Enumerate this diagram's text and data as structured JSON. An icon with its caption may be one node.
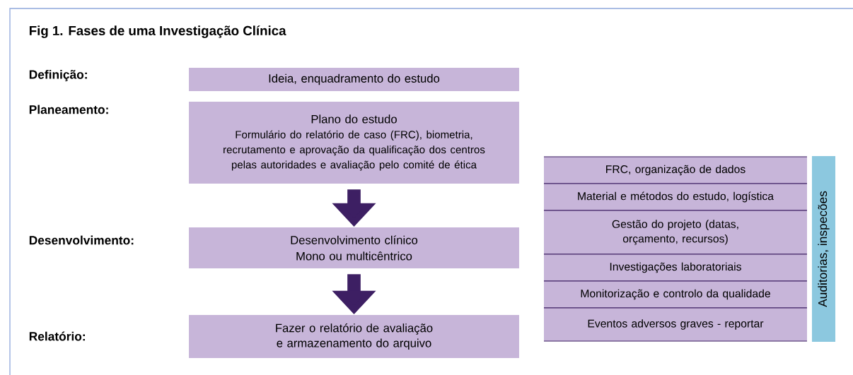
{
  "diagram": {
    "title": "Fig 1. Fases  de uma Investigação Clínica",
    "nodes": [
      {
        "text": [
          "Ideia, enquadramento do estudo"
        ]
      },
      {
        "text": [
          "Plano do estudo",
          "Formulário do relatório de caso (FRC), biometria, recrutamento e aprovação da qualificação dos centros pelas autoridades e avaliação pelo comité de ética"
        ]
      },
      {
        "text": [
          "Desenvolvimento clínico",
          "Mono ou multicêntrico"
        ]
      },
      {
        "text": [
          "Fazer o relatório de avaliação e armazenamento do arquivo"
        ]
      },
      {
        "text": [
          "FRC, organização de dados"
        ]
      },
      {
        "text": [
          "Material e métodos do estudo, logística"
        ]
      },
      {
        "text": [
          "Gestão do projeto (datas, orçamento, recursos)"
        ]
      },
      {
        "text": [
          "Investigações laboratoriais"
        ]
      },
      {
        "text": [
          "Monitorização e controlo da qualidade"
        ]
      },
      {
        "text": [
          "Eventos adversos graves - reportar"
        ]
      },
      {
        "text": [
          "Auditorias, inspecões"
        ]
      }
    ],
    "edges": [
      {
        "from": 1,
        "to": 2,
        "arrow": "to"
      },
      {
        "from": 2,
        "to": 3,
        "arrow": "to"
      }
    ],
    "labels": [
      "Definição:",
      "Planeamento:",
      "Desenvolvimento:",
      "Relatório:"
    ]
  }
}
